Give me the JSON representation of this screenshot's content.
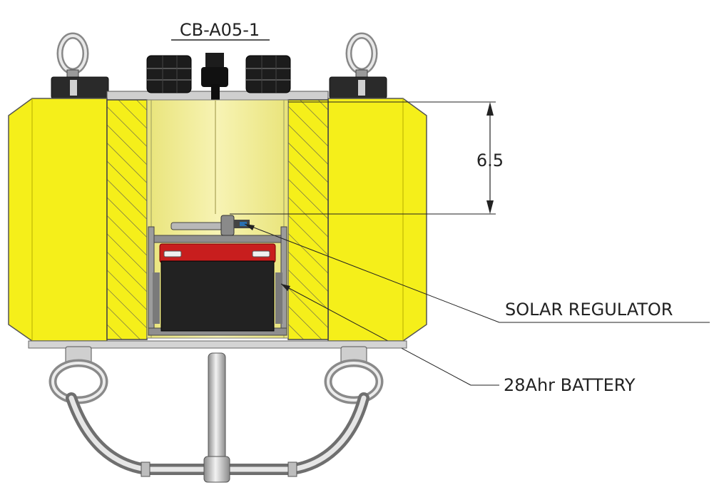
{
  "title": "CB-A05-1",
  "dimension": {
    "value": "6.5"
  },
  "callouts": {
    "solar_regulator": "SOLAR REGULATOR",
    "battery": "28Ahr BATTERY"
  },
  "colors": {
    "float": "#f5ef1a",
    "float_dark": "#d8c800",
    "cavity": "#f4f0a0",
    "battery_body": "#222222",
    "battery_lid": "#c81e1e",
    "steel": "#b9b9b9",
    "connector": "#1a1a1a"
  }
}
